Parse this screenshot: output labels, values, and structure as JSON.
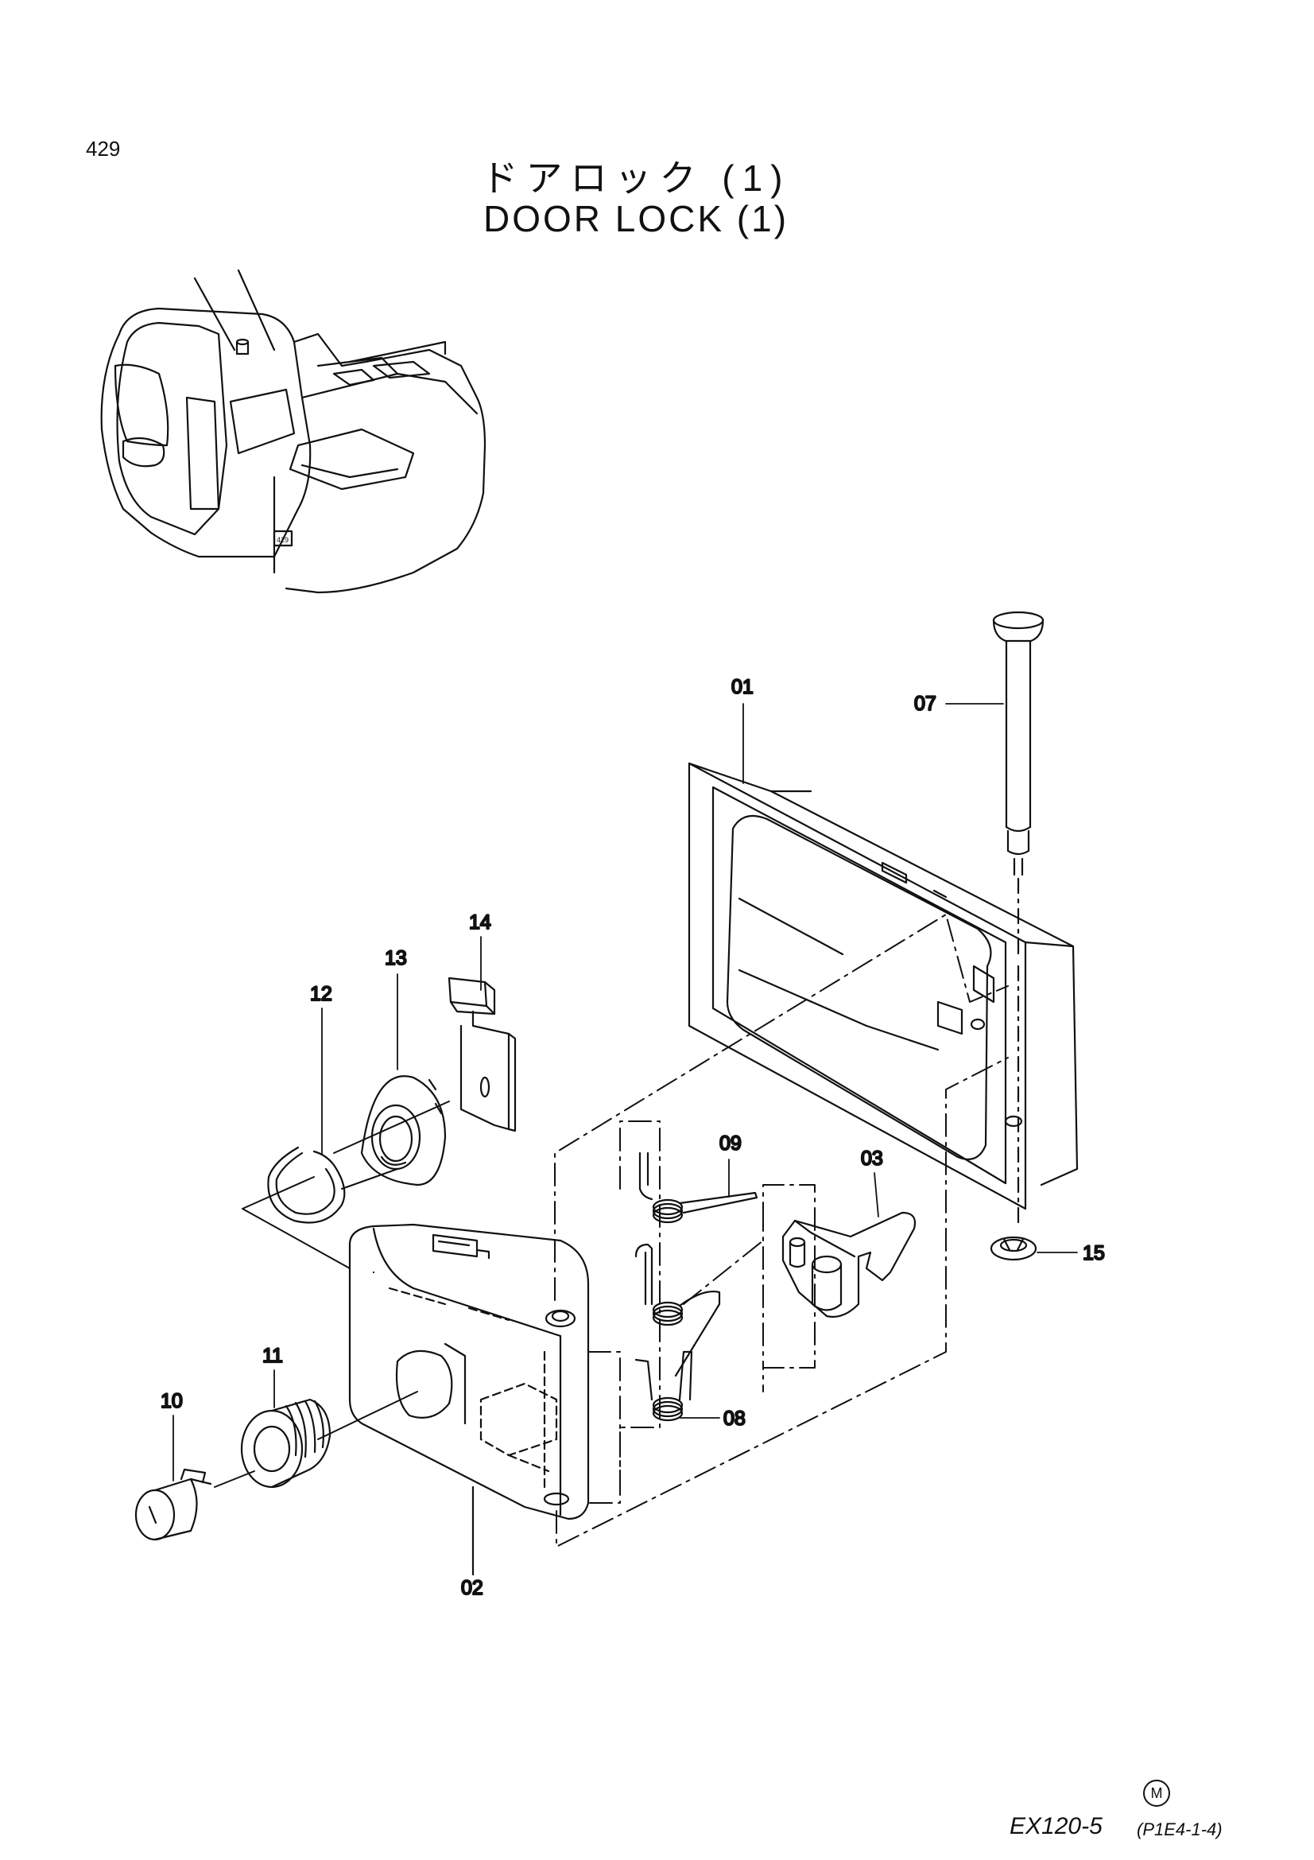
{
  "page": {
    "number": "429",
    "title_jp": "ドアロック (1)",
    "title_en": "DOOR LOCK (1)"
  },
  "callouts": {
    "p01": "01",
    "p02": "02",
    "p03": "03",
    "p07": "07",
    "p08": "08",
    "p09": "09",
    "p10": "10",
    "p11": "11",
    "p12": "12",
    "p13": "13",
    "p14": "14",
    "p15": "15"
  },
  "overview": {
    "location_tag": "429"
  },
  "footer": {
    "mark": "M",
    "model": "EX120-5",
    "code": "(P1E4-1-4)"
  }
}
